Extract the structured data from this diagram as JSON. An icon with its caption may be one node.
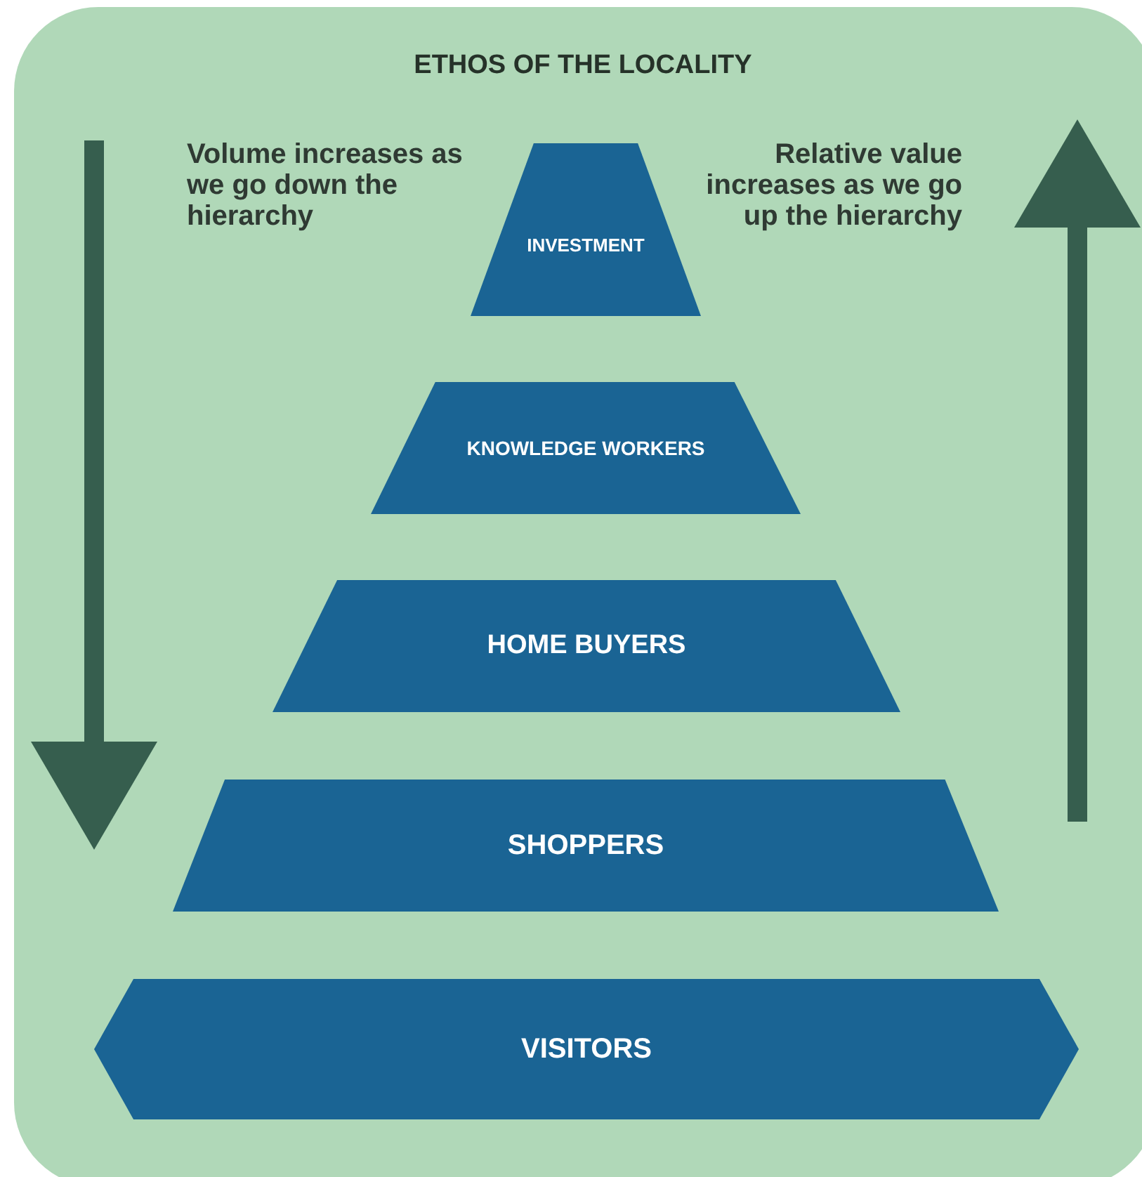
{
  "diagram": {
    "nodes": [
      {
        "text": [
          "ETHOS OF THE LOCALITY"
        ]
      },
      {
        "text": [
          "INVESTMENT"
        ],
        "in": 0
      },
      {
        "text": [
          "KNOWLEDGE WORKERS"
        ],
        "in": 0
      },
      {
        "text": [
          "HOME BUYERS"
        ],
        "in": 0
      },
      {
        "text": [
          "SHOPPERS"
        ],
        "in": 0
      },
      {
        "text": [
          "VISITORS"
        ],
        "in": 0
      }
    ],
    "labels": [
      "Volume increases as we go down the hierarchy",
      "Relative value increases as we go up the hierarchy"
    ]
  }
}
